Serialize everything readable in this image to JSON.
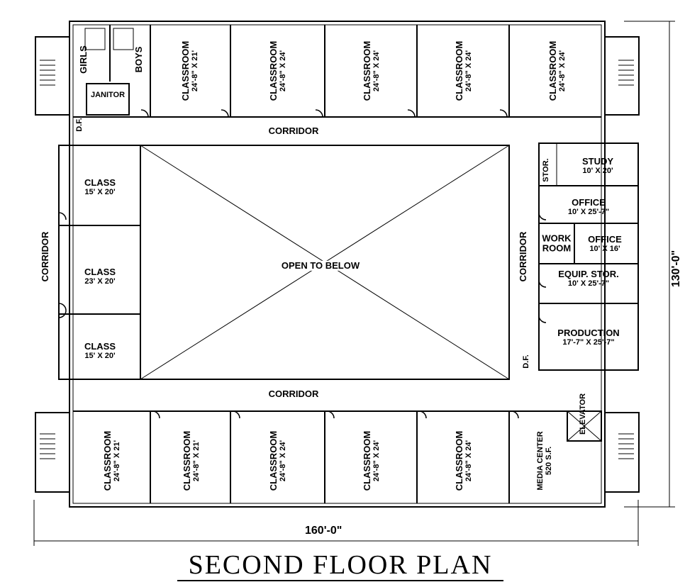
{
  "title": "SECOND FLOOR PLAN",
  "dimensions": {
    "width": "160'-0\"",
    "height": "130'-0\""
  },
  "rooms": {
    "girls": "GIRLS",
    "boys": "BOYS",
    "janitor": "JANITOR",
    "df_top": "D.F.",
    "df_right": "D.F.",
    "top_classrooms": [
      {
        "name": "CLASSROOM",
        "size": "24'-8\" X 21'"
      },
      {
        "name": "CLASSROOM",
        "size": "24'-8\" X 24'"
      },
      {
        "name": "CLASSROOM",
        "size": "24'-8\" X 24'"
      },
      {
        "name": "CLASSROOM",
        "size": "24'-8\" X 24'"
      },
      {
        "name": "CLASSROOM",
        "size": "24'-8\" X 24'"
      }
    ],
    "bottom_classrooms": [
      {
        "name": "CLASSROOM",
        "size": "24'-8\" X 21'"
      },
      {
        "name": "CLASSROOM",
        "size": "24'-8\" X 21'"
      },
      {
        "name": "CLASSROOM",
        "size": "24'-8\" X 24'"
      },
      {
        "name": "CLASSROOM",
        "size": "24'-8\" X 24'"
      },
      {
        "name": "CLASSROOM",
        "size": "24'-8\" X 24'"
      }
    ],
    "media_center": {
      "name": "MEDIA CENTER",
      "size": "520 S.F."
    },
    "elevator": "ELEVATOR",
    "left_classes": [
      {
        "name": "CLASS",
        "size": "15' X 20'"
      },
      {
        "name": "CLASS",
        "size": "23' X 20'"
      },
      {
        "name": "CLASS",
        "size": "15' X 20'"
      }
    ],
    "open_to_below": "OPEN TO BELOW",
    "corridor_top": "CORRIDOR",
    "corridor_bottom": "CORRIDOR",
    "corridor_left": "CORRIDOR",
    "corridor_right": "CORRIDOR",
    "stor": "STOR.",
    "study": {
      "name": "STUDY",
      "size": "10' X 20'"
    },
    "office1": {
      "name": "OFFICE",
      "size": "10' X 25'-7\""
    },
    "work_room_1": "WORK",
    "work_room_2": "ROOM",
    "office2": {
      "name": "OFFICE",
      "size": "10' X 16'"
    },
    "equip_stor": {
      "name": "EQUIP. STOR.",
      "size": "10' X 25'-7\""
    },
    "production": {
      "name": "PRODUCTION",
      "size": "17'-7\" X 25'-7\""
    }
  }
}
